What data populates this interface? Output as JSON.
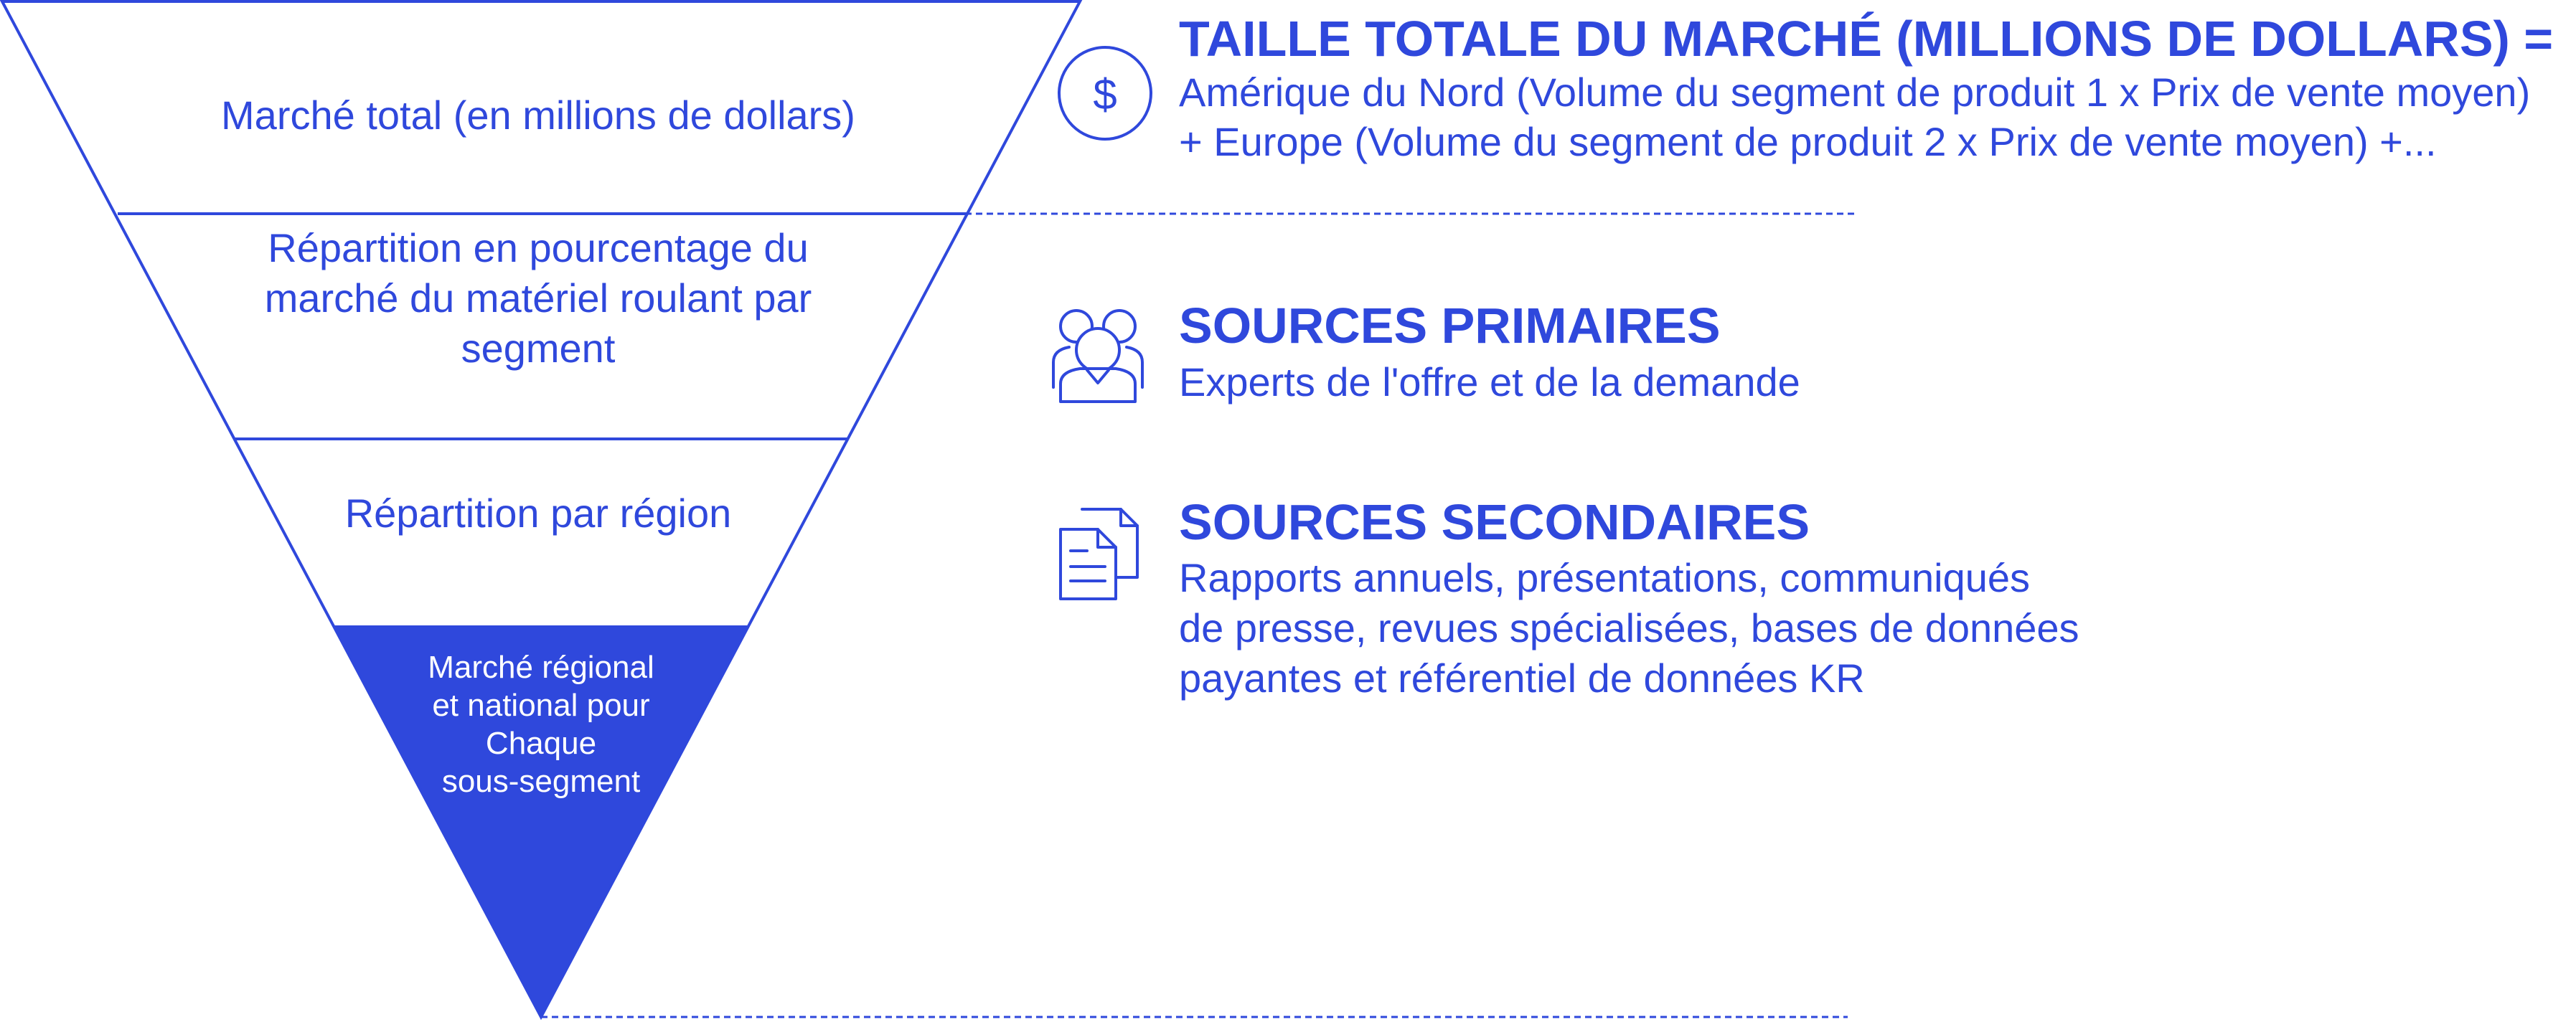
{
  "colors": {
    "accent": "#2f48dc",
    "fill_bottom": "#2f48dc",
    "background": "#ffffff"
  },
  "funnel": {
    "tiers": [
      {
        "lines": [
          "Marché total (en millions de dollars)"
        ]
      },
      {
        "lines": [
          "Répartition en pourcentage du",
          "marché du matériel roulant par",
          "segment"
        ]
      },
      {
        "lines": [
          "Répartition par région"
        ]
      },
      {
        "lines": [
          "Marché régional",
          "et national pour",
          "Chaque",
          "sous-segment"
        ]
      }
    ]
  },
  "sections": [
    {
      "icon": "dollar-circle-icon",
      "heading": "TAILLE TOTALE DU MARCHÉ (MILLIONS DE DOLLARS) =",
      "lines": [
        "Amérique du Nord (Volume du segment de produit 1 x Prix de vente moyen)",
        "+ Europe (Volume du segment de produit 2 x Prix de vente moyen) +..."
      ]
    },
    {
      "icon": "people-group-icon",
      "heading": "SOURCES PRIMAIRES",
      "lines": [
        "Experts de l'offre et de la demande"
      ]
    },
    {
      "icon": "documents-icon",
      "heading": "SOURCES SECONDAIRES",
      "lines": [
        "Rapports annuels, présentations, communiqués",
        "de presse, revues spécialisées, bases de données",
        "payantes et référentiel de données KR"
      ]
    }
  ]
}
